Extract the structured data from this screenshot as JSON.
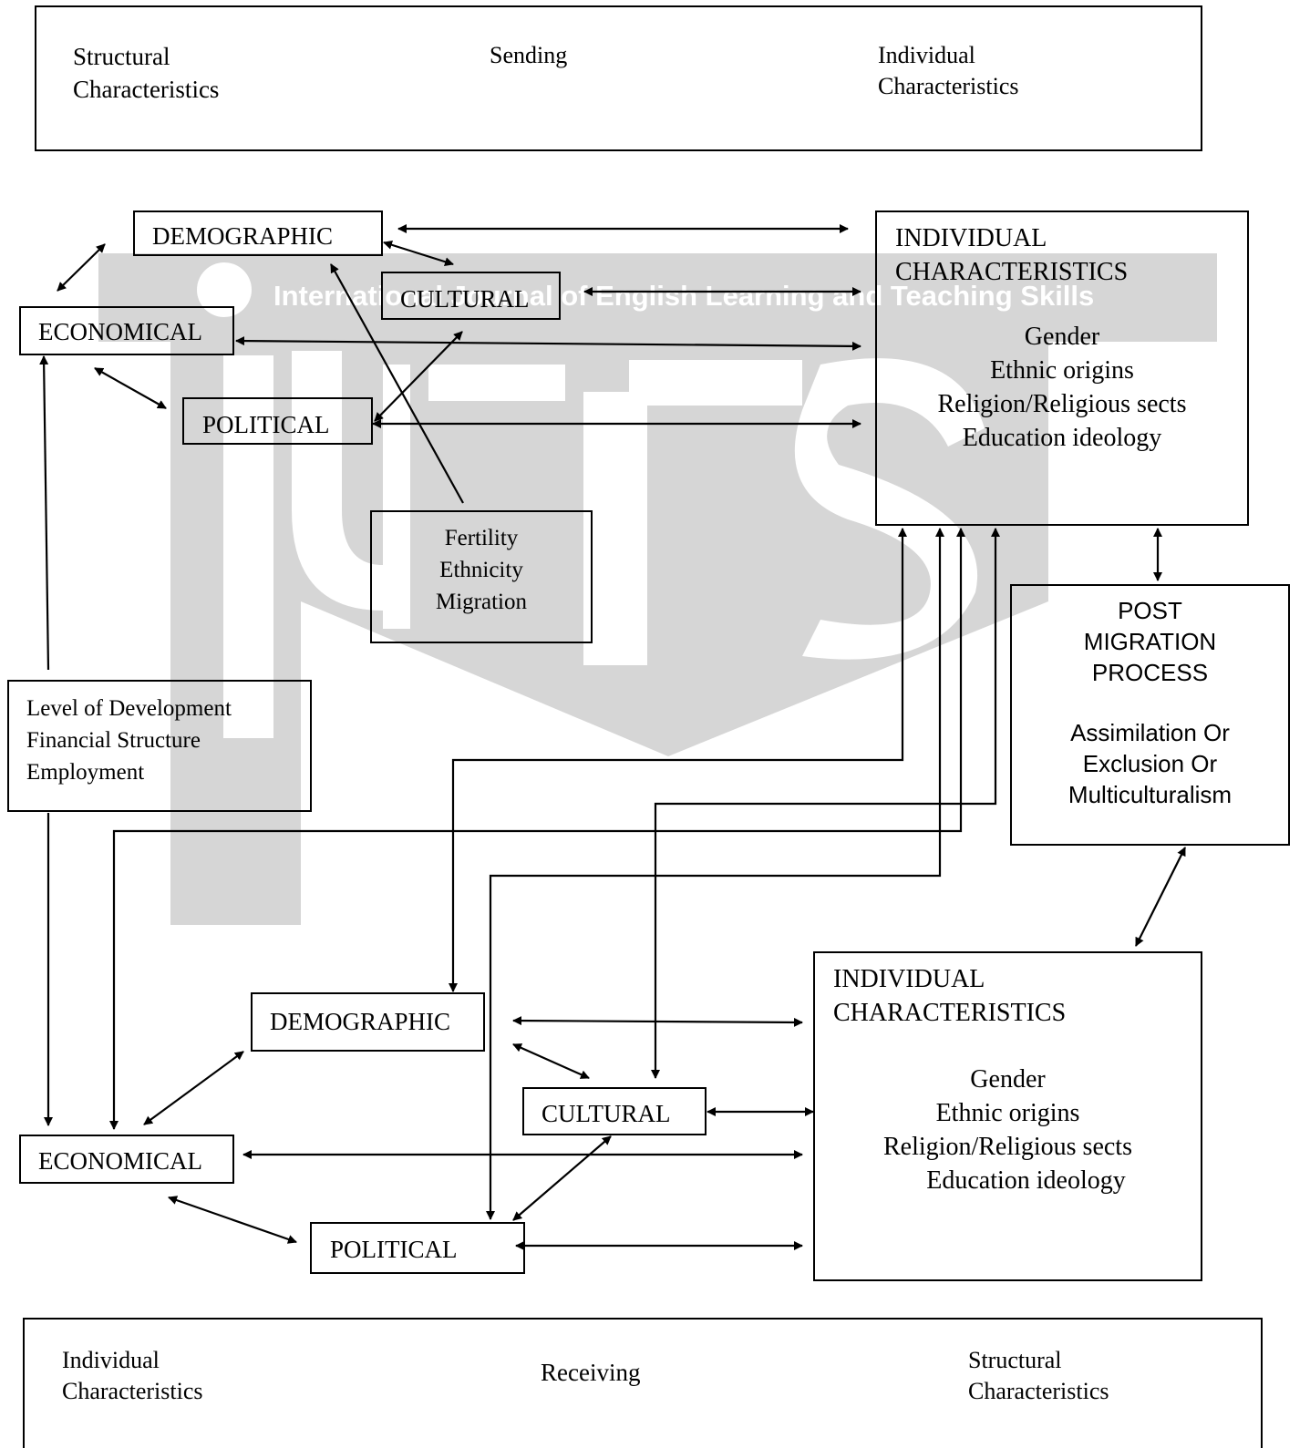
{
  "watermark": {
    "text": "International Journal of English Learning and Teaching Skills",
    "color": "#bdbdbd"
  },
  "top_banner": {
    "left": [
      "Structural",
      "Characteristics"
    ],
    "center": "Sending",
    "right": [
      "Individual",
      "Characteristics"
    ]
  },
  "sending": {
    "demographic": "DEMOGRAPHIC",
    "cultural": "CULTURAL",
    "economical": "ECONOMICAL",
    "political": "POLITICAL",
    "fertility_box": [
      "Fertility",
      "Ethnicity",
      "Migration"
    ],
    "development_box": [
      "Level of Development",
      "Financial Structure",
      "Employment"
    ],
    "individual": {
      "title": [
        "INDIVIDUAL",
        "CHARACTERISTICS"
      ],
      "items": [
        "Gender",
        "Ethnic origins",
        "Religion/Religious sects",
        "Education ideology"
      ]
    }
  },
  "post_migration": {
    "title": [
      "POST",
      "MIGRATION",
      "PROCESS"
    ],
    "items": [
      "Assimilation Or",
      "Exclusion Or",
      "Multiculturalism"
    ]
  },
  "receiving": {
    "demographic": "DEMOGRAPHIC",
    "cultural": "CULTURAL",
    "economical": "ECONOMICAL",
    "political": "POLITICAL",
    "individual": {
      "title": [
        "INDIVIDUAL",
        "CHARACTERISTICS"
      ],
      "items": [
        "Gender",
        "Ethnic origins",
        "Religion/Religious sects",
        "Education ideology"
      ]
    }
  },
  "bottom_banner": {
    "left": [
      "Individual",
      "Characteristics"
    ],
    "center": "Receiving",
    "right": [
      "Structural",
      "Characteristics"
    ]
  }
}
